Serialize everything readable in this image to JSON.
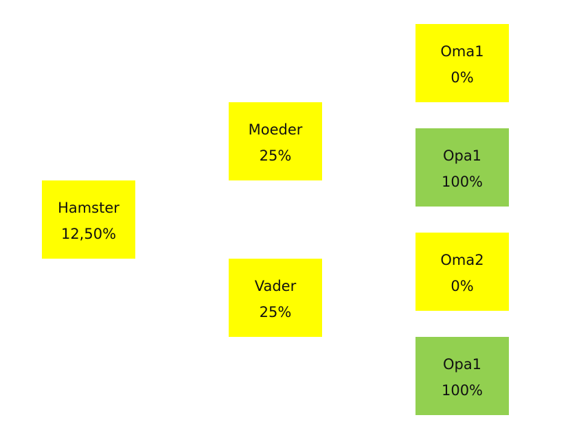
{
  "colors": {
    "background": "#ffffff",
    "yellow": "#ffff00",
    "green": "#92d050",
    "text": "#111111"
  },
  "nodes": [
    {
      "name": "Hamster",
      "value": "12,50%",
      "color": "#ffff00"
    },
    {
      "name": "Moeder",
      "value": "25%",
      "color": "#ffff00"
    },
    {
      "name": "Vader",
      "value": "25%",
      "color": "#ffff00"
    },
    {
      "name": "Oma1",
      "value": "0%",
      "color": "#ffff00"
    },
    {
      "name": "Opa1",
      "value": "100%",
      "color": "#92d050"
    },
    {
      "name": "Oma2",
      "value": "0%",
      "color": "#ffff00"
    },
    {
      "name": "Opa1",
      "value": "100%",
      "color": "#92d050"
    }
  ]
}
